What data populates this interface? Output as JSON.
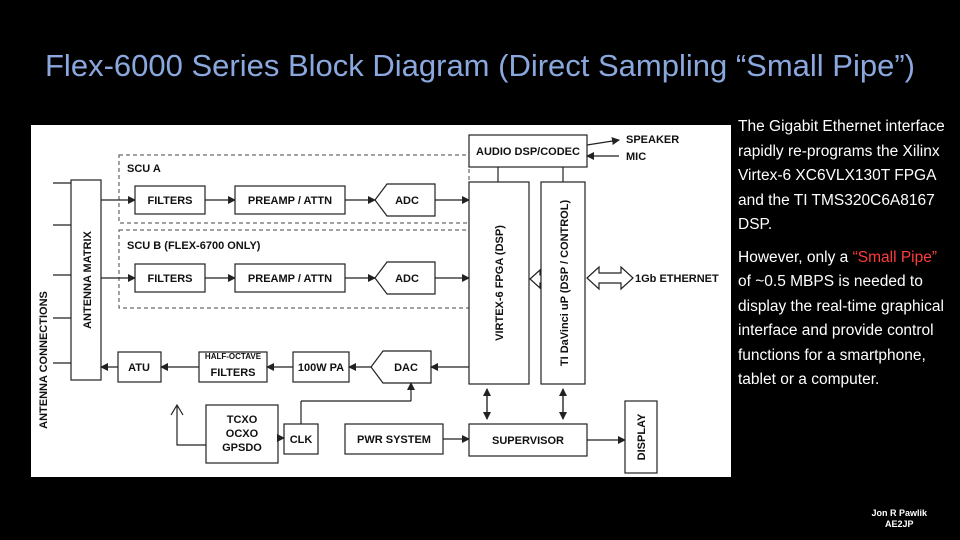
{
  "title": "Flex-6000 Series Block Diagram (Direct Sampling “Small Pipe”)",
  "diagram": {
    "antenna_connections": "ANTENNA CONNECTIONS",
    "antenna_matrix": "ANTENNA MATRIX",
    "scu_a": "SCU A",
    "scu_b": "SCU B (FLEX-6700 ONLY)",
    "filters": "FILTERS",
    "preamp_attn": "PREAMP / ATTN",
    "adc": "ADC",
    "atu": "ATU",
    "half_octave": "HALF-OCTAVE",
    "pa": "100W PA",
    "dac": "DAC",
    "tcxo": "TCXO",
    "ocxo": "OCXO",
    "gpsdo": "GPSDO",
    "clk": "CLK",
    "pwr_system": "PWR SYSTEM",
    "supervisor": "SUPERVISOR",
    "display": "DISPLAY",
    "audio_dsp": "AUDIO DSP/CODEC",
    "speaker": "SPEAKER",
    "mic": "MIC",
    "fpga": "VIRTEX-6 FPGA (DSP)",
    "davinci": "TI DaVinci uP (DSP / CONTROL)",
    "ethernet": "1Gb ETHERNET"
  },
  "text": {
    "para1": "The Gigabit Ethernet interface rapidly re-programs the Xilinx Virtex-6 XC6VLX130T FPGA and the TI TMS320C6A8167 DSP.",
    "para2_before": "However, only a ",
    "para2_highlight": "“Small Pipe”",
    "para2_after": " of ~0.5 MBPS is needed to display the real-time graphical interface and provide control functions for a smartphone, tablet or a computer.",
    "highlight_color": "#ff3c3c"
  },
  "author": {
    "name": "Jon R Pawlik",
    "callsign": "AE2JP"
  }
}
